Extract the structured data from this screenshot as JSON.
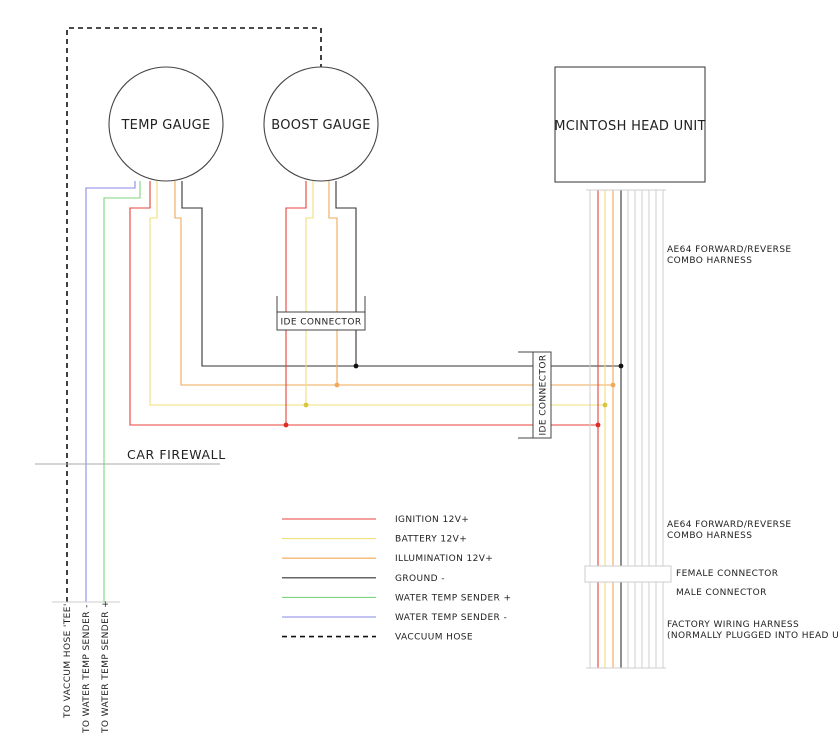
{
  "components": {
    "temp_gauge": "TEMP GAUGE",
    "boost_gauge": "BOOST GAUGE",
    "head_unit": "MCINTOSH HEAD UNIT",
    "ide_connector_top": "IDE CONNECTOR",
    "ide_connector_vertical": "IDE CONNECTOR"
  },
  "firewall_label": "CAR FIREWALL",
  "harness_upper": [
    "AE64 FORWARD/REVERSE",
    "COMBO HARNESS"
  ],
  "harness_lower": [
    "AE64 FORWARD/REVERSE",
    "COMBO HARNESS"
  ],
  "female_connector": "FEMALE CONNECTOR",
  "male_connector": "MALE CONNECTOR",
  "factory_harness": [
    "FACTORY WIRING HARNESS",
    "(NORMALLY PLUGGED INTO HEAD UNIT)"
  ],
  "destinations": {
    "vacuum_tee": "TO VACCUM HOSE 'TEE'",
    "sender_minus": "TO WATER TEMP SENDER -",
    "sender_plus": "TO WATER TEMP SENDER +"
  },
  "legend": [
    {
      "label": "IGNITION 12V+",
      "color": "#e8413a",
      "dashed": false
    },
    {
      "label": "BATTERY 12V+",
      "color": "#efe07a",
      "dashed": false
    },
    {
      "label": "ILLUMINATION 12V+",
      "color": "#f2a85a",
      "dashed": false
    },
    {
      "label": "GROUND -",
      "color": "#333333",
      "dashed": false
    },
    {
      "label": "WATER TEMP SENDER +",
      "color": "#7cd67c",
      "dashed": false
    },
    {
      "label": "WATER TEMP SENDER -",
      "color": "#8a8ae8",
      "dashed": false
    },
    {
      "label": "VACCUUM HOSE",
      "color": "#111111",
      "dashed": true
    }
  ],
  "colors": {
    "ignition": "#e8413a",
    "battery": "#efe07a",
    "illumination": "#f2a85a",
    "ground": "#333333",
    "sender_plus": "#7cd67c",
    "sender_minus": "#8a8ae8",
    "harness_grey": "#cfcfcf",
    "outline": "#444444"
  }
}
